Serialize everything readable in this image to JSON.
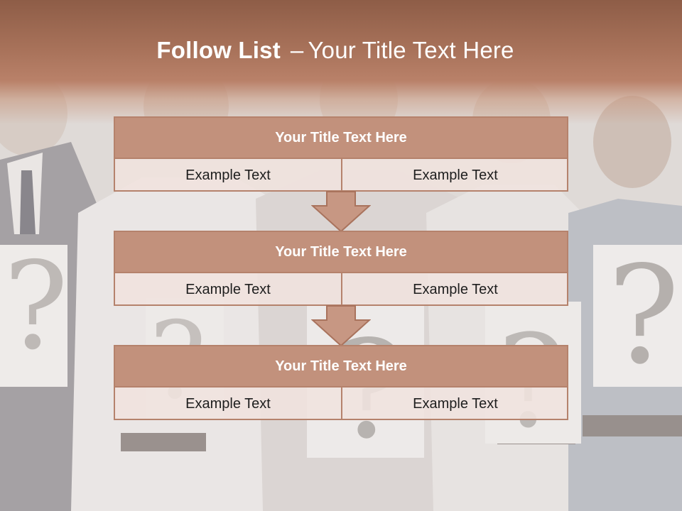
{
  "title": {
    "bold": "Follow List",
    "dash": "–",
    "rest": "Your Title Text Here"
  },
  "rows": [
    {
      "heading": "Your Title Text Here",
      "left": "Example Text",
      "right": "Example Text"
    },
    {
      "heading": "Your Title Text Here",
      "left": "Example Text",
      "right": "Example Text"
    },
    {
      "heading": "Your Title Text Here",
      "left": "Example Text",
      "right": "Example Text"
    }
  ],
  "colors": {
    "accent": "#c2917c",
    "border": "#b5826c",
    "arrow": "#c79783",
    "banner": "#a8725a"
  }
}
